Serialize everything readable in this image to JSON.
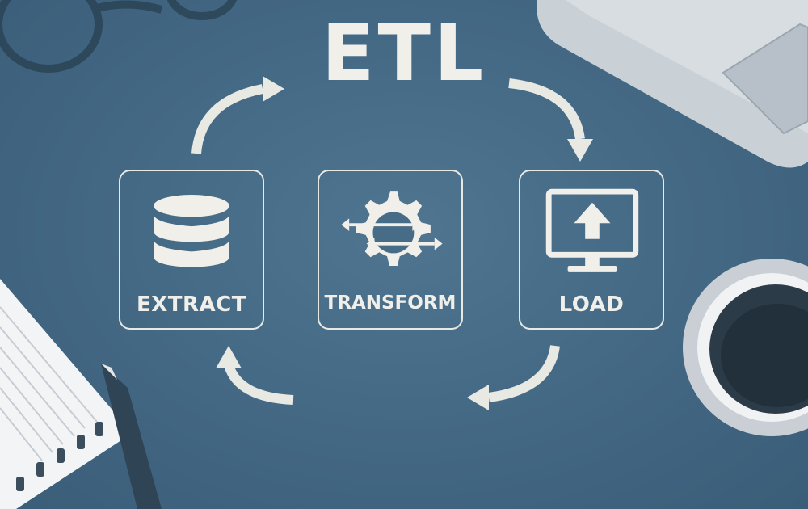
{
  "diagram": {
    "title": "ETL",
    "stages": [
      {
        "label": "EXTRACT",
        "icon": "database-icon"
      },
      {
        "label": "TRANSFORM",
        "icon": "gear-arrows-icon"
      },
      {
        "label": "LOAD",
        "icon": "monitor-upload-icon"
      }
    ],
    "flow": "cyclic, clockwise",
    "colors": {
      "background": "#456a86",
      "foreground": "#f0efe9"
    }
  }
}
